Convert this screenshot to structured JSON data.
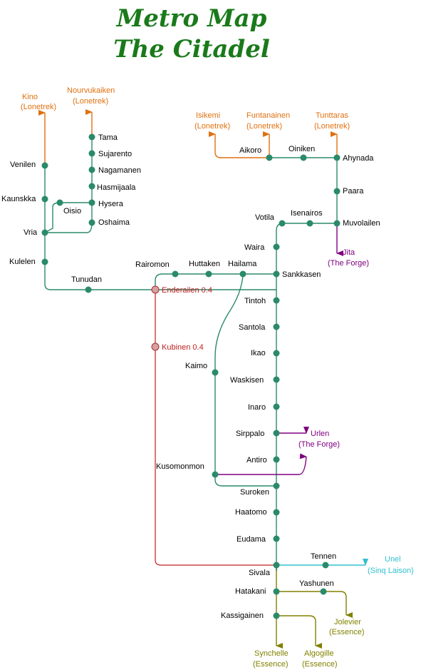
{
  "title": {
    "line1": "Metro Map",
    "line2": "The Citadel"
  },
  "colors": {
    "line": "#2a8a6a",
    "station": "#2a8a6a",
    "lonetrek": "#e07010",
    "forge": "#800080",
    "sinq_laison": "#30c0d0",
    "essence": "#808000",
    "low_sec": "#c02020",
    "title": "#1a7a1a"
  },
  "stations": {
    "tama": "Tama",
    "sujarento": "Sujarento",
    "nagamanen": "Nagamanen",
    "hasmijaala": "Hasmijaala",
    "hysera": "Hysera",
    "oisio": "Oisio",
    "oshaima": "Oshaima",
    "venilen": "Venilen",
    "kaunskka": "Kaunskka",
    "vria": "Vria",
    "kulelen": "Kulelen",
    "tunudan": "Tunudan",
    "rairomon": "Rairomon",
    "huttaken": "Huttaken",
    "hailama": "Hailama",
    "sankkasen": "Sankkasen",
    "aikoro": "Aikoro",
    "oiniken": "Oiniken",
    "ahynada": "Ahynada",
    "paara": "Paara",
    "muvolailen": "Muvolailen",
    "isenairos": "Isenairos",
    "votila": "Votila",
    "waira": "Waira",
    "tintoh": "Tintoh",
    "santola": "Santola",
    "ikao": "Ikao",
    "kaimo": "Kaimo",
    "waskisen": "Waskisen",
    "inaro": "Inaro",
    "sirppalo": "Sirppalo",
    "antiro": "Antiro",
    "kusomonmon": "Kusomonmon",
    "suroken": "Suroken",
    "haatomo": "Haatomo",
    "eudama": "Eudama",
    "sivala": "Sivala",
    "tennen": "Tennen",
    "hatakani": "Hatakani",
    "yashunen": "Yashunen",
    "kassigainen": "Kassigainen",
    "enderailen": "Enderailen 0.4",
    "kubinen": "Kubinen 0.4"
  },
  "exits": {
    "kino": {
      "name": "Kino",
      "region": "(Lonetrek)"
    },
    "nourvukaiken": {
      "name": "Nourvukaiken",
      "region": "(Lonetrek)"
    },
    "isikemi": {
      "name": "Isikemi",
      "region": "(Lonetrek)"
    },
    "funtanainen": {
      "name": "Funtanainen",
      "region": "(Lonetrek)"
    },
    "tunttaras": {
      "name": "Tunttaras",
      "region": "(Lonetrek)"
    },
    "jita": {
      "name": "Jita",
      "region": "(The Forge)"
    },
    "urlen": {
      "name": "Urlen",
      "region": "(The Forge)"
    },
    "unel": {
      "name": "Unel",
      "region": "(Sinq Laison)"
    },
    "jolevier": {
      "name": "Jolevier",
      "region": "(Essence)"
    },
    "synchelle": {
      "name": "Synchelle",
      "region": "(Essence)"
    },
    "algogille": {
      "name": "Algogille",
      "region": "(Essence)"
    }
  }
}
